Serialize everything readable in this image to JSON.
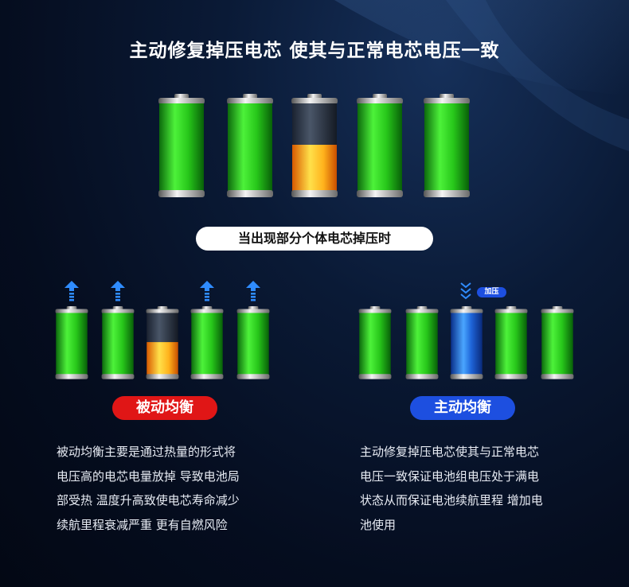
{
  "header": {
    "title": "主动修复掉压电芯 使其与正常电芯电压一致"
  },
  "top_batteries": [
    {
      "state": "full",
      "color": "green"
    },
    {
      "state": "full",
      "color": "green"
    },
    {
      "state": "low",
      "color": "orange"
    },
    {
      "state": "full",
      "color": "green"
    },
    {
      "state": "full",
      "color": "green"
    }
  ],
  "condition_label": "当出现部分个体电芯掉压时",
  "passive": {
    "label": "被动均衡",
    "arrow_icon": "up-arrow-icon",
    "description_lines": [
      "被动均衡主要是通过热量的形式将",
      "电压高的电芯电量放掉 导致电池局",
      "部受热 温度升高致使电芯寿命减少",
      "续航里程衰减严重 更有自燃风险"
    ]
  },
  "active": {
    "label": "主动均衡",
    "badge": "加压",
    "arrow_icon": "down-chevron-icon",
    "description_lines": [
      "主动修复掉压电芯使其与正常电芯",
      "电压一致保证电池组电压处于满电",
      "状态从而保证电池续航里程 增加电",
      "池使用"
    ]
  },
  "colors": {
    "background": "#050d1f",
    "green": "#2ecc1a",
    "orange": "#ffb020",
    "blue": "#1e64d8",
    "passive_tag": "#e01616",
    "active_tag": "#1d4fe0"
  }
}
